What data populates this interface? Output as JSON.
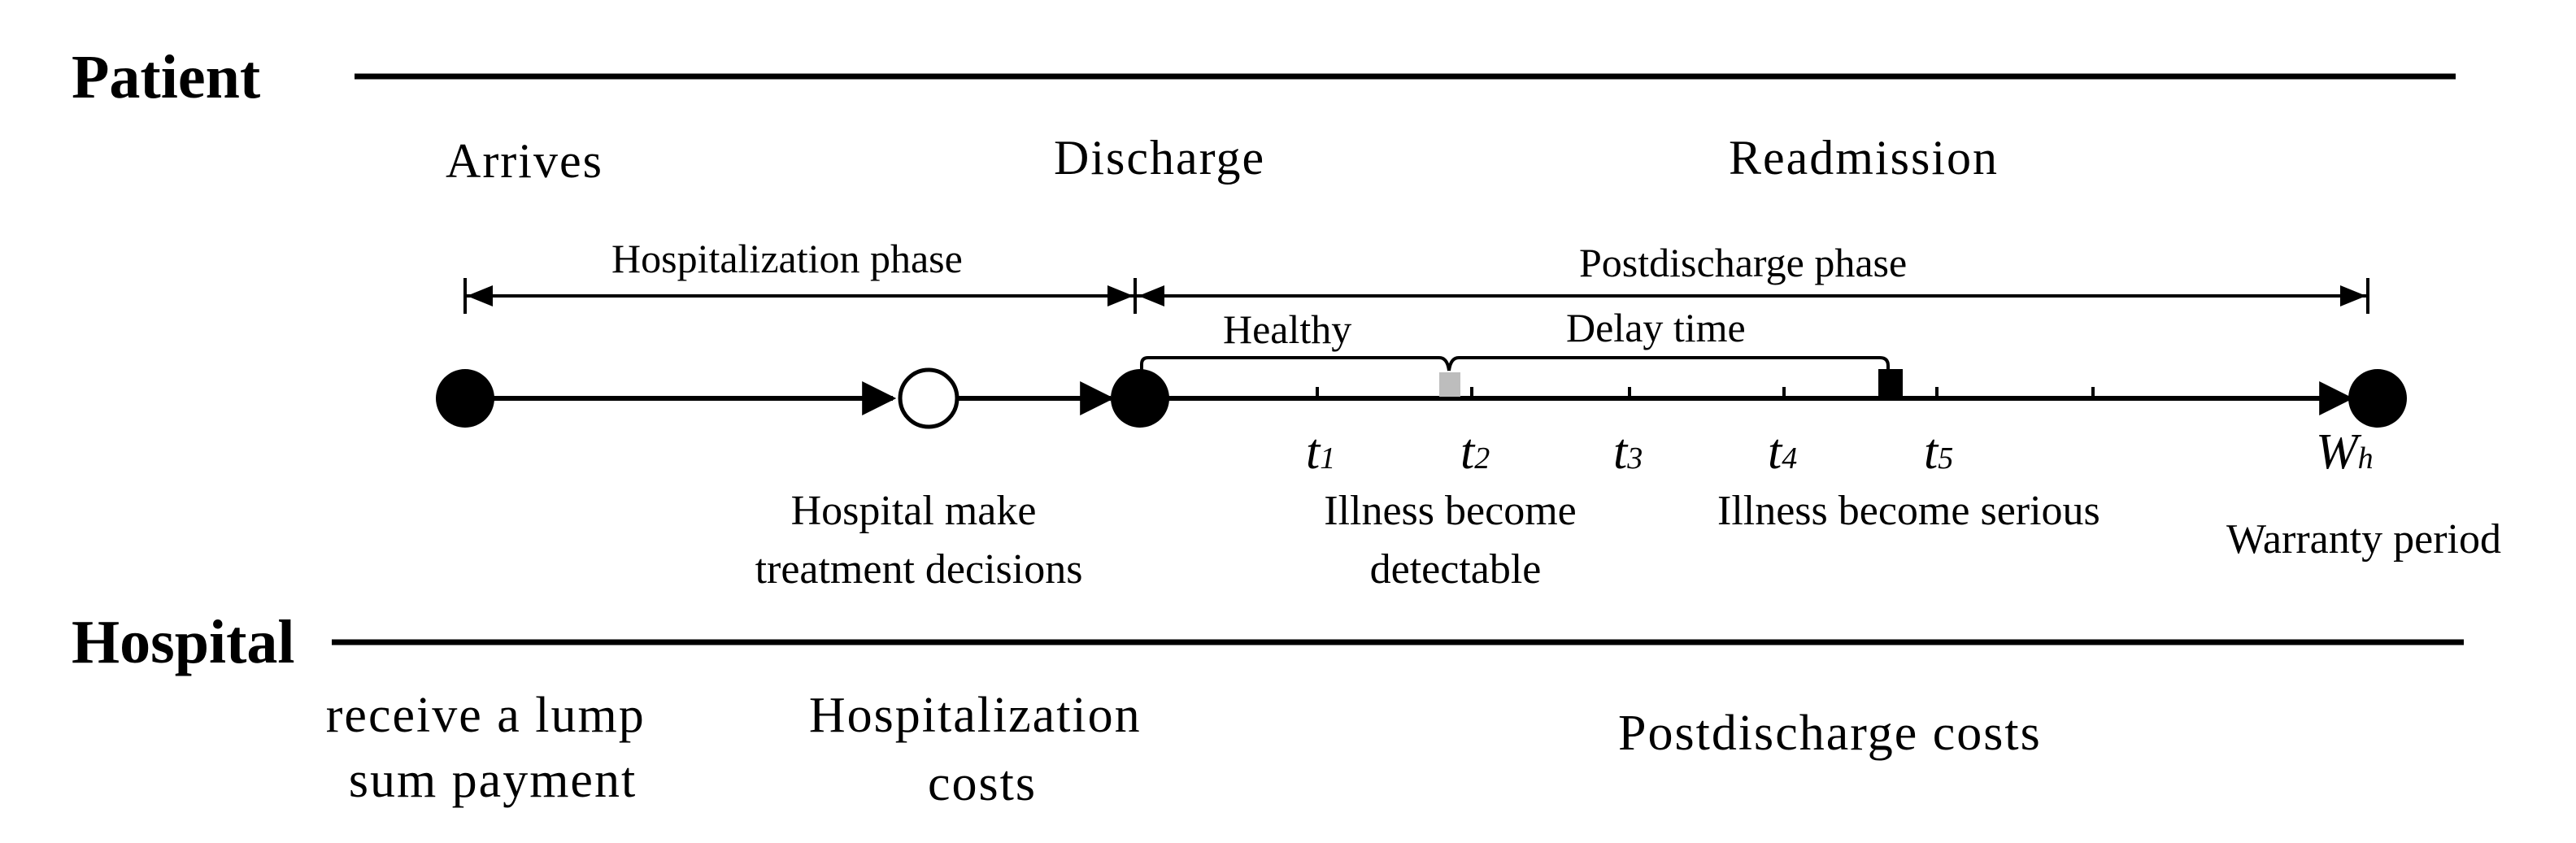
{
  "lanes": {
    "patient": "Patient",
    "hospital": "Hospital"
  },
  "events": {
    "arrives": "Arrives",
    "discharge": "Discharge",
    "readmission": "Readmission"
  },
  "phases": {
    "hospitalization": "Hospitalization phase",
    "postdischarge": "Postdischarge phase"
  },
  "intervals": {
    "healthy": "Healthy",
    "delay": "Delay time"
  },
  "ticks": [
    {
      "t": "t",
      "sub": "1"
    },
    {
      "t": "t",
      "sub": "2"
    },
    {
      "t": "t",
      "sub": "3"
    },
    {
      "t": "t",
      "sub": "4"
    },
    {
      "t": "t",
      "sub": "5"
    }
  ],
  "warranty_tick": {
    "t": "W",
    "sub": "h"
  },
  "notes": {
    "treatment": [
      "Hospital make",
      "treatment decisions"
    ],
    "detectable": [
      "Illness become",
      "detectable"
    ],
    "serious": "Illness become serious",
    "warranty": "Warranty period"
  },
  "costs": {
    "lump": [
      "receive a lump",
      "sum payment"
    ],
    "hospitalization": [
      "Hospitalization",
      "costs"
    ],
    "postdischarge": "Postdischarge costs"
  },
  "colors": {
    "ink": "#000000",
    "detectable_marker": "#bdbdbd",
    "serious_marker": "#000000"
  }
}
